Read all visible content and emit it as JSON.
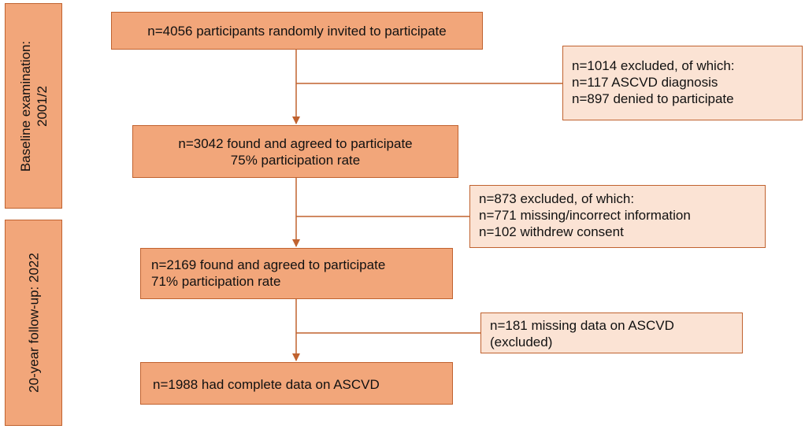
{
  "phases": {
    "baseline": [
      "Baseline examination:",
      "2001/2"
    ],
    "followup": "20-year follow-up: 2022"
  },
  "steps": [
    {
      "lines": [
        "n=4056 participants randomly invited to participate"
      ]
    },
    {
      "lines": [
        "n=3042 found and agreed to participate",
        "75% participation rate"
      ]
    },
    {
      "lines": [
        "n=2169 found and agreed to participate",
        "71% participation rate"
      ]
    },
    {
      "lines": [
        "n=1988 had complete data on ASCVD"
      ]
    }
  ],
  "exclusions": [
    {
      "lines": [
        "n=1014 excluded, of which:",
        "n=117 ASCVD diagnosis",
        "n=897 denied to participate"
      ]
    },
    {
      "lines": [
        "n=873 excluded, of which:",
        "n=771 missing/incorrect information",
        "n=102 withdrew consent"
      ]
    },
    {
      "lines": [
        "n=181 missing data on ASCVD",
        "(excluded)"
      ]
    }
  ],
  "colors": {
    "main_fill": "#f2a67a",
    "side_fill": "#fbe3d4",
    "stroke": "#c0622f"
  }
}
